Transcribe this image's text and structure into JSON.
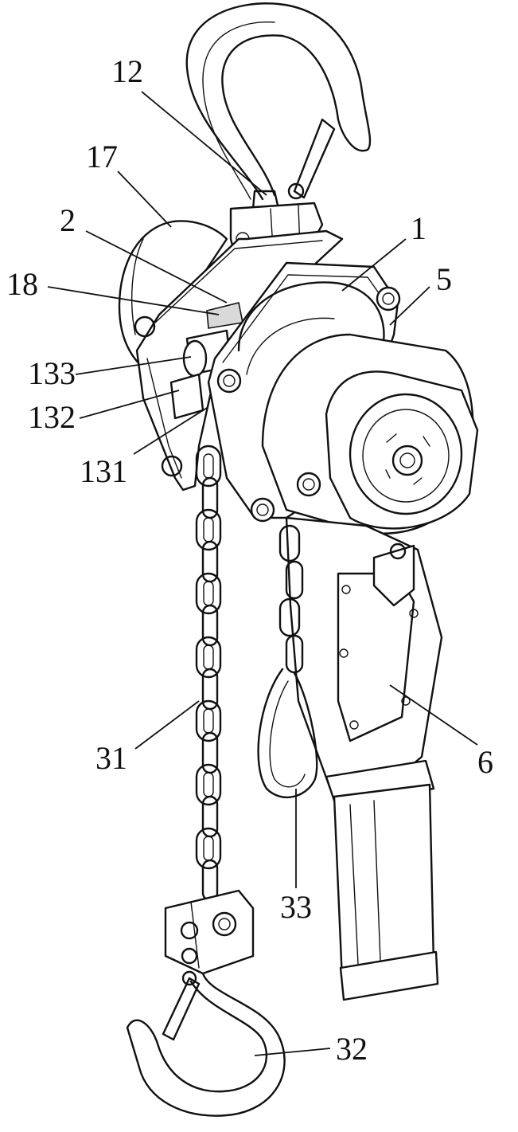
{
  "figure": {
    "labels": [
      {
        "id": "12",
        "text": "12"
      },
      {
        "id": "17",
        "text": "17"
      },
      {
        "id": "2",
        "text": "2"
      },
      {
        "id": "1",
        "text": "1"
      },
      {
        "id": "18",
        "text": "18"
      },
      {
        "id": "5",
        "text": "5"
      },
      {
        "id": "133",
        "text": "133"
      },
      {
        "id": "132",
        "text": "132"
      },
      {
        "id": "131",
        "text": "131"
      },
      {
        "id": "31",
        "text": "31"
      },
      {
        "id": "6",
        "text": "6"
      },
      {
        "id": "33",
        "text": "33"
      },
      {
        "id": "32",
        "text": "32"
      }
    ]
  }
}
